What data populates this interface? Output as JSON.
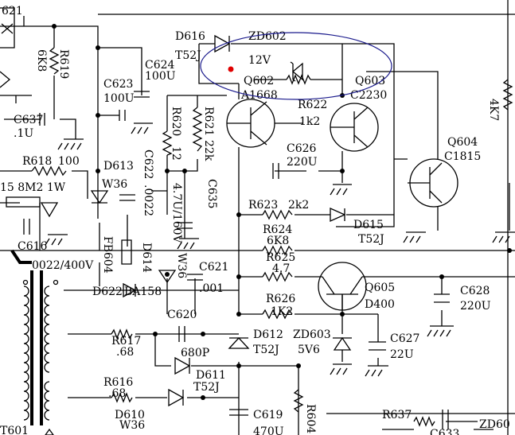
{
  "labels": {
    "l621": "621",
    "r6k8": "6K8",
    "r619": "R619",
    "c624": "C624",
    "c624v": "100U",
    "c623": "C623",
    "c623v": "100U",
    "c637": "C637",
    "c637v": ".1U",
    "r618": "R618",
    "r618v": "100",
    "d616": "D616",
    "d616v": "T52J",
    "zd602": "ZD602",
    "zd602v": "12V",
    "q602": "Q602",
    "q602v": "A1668",
    "q603": "Q603",
    "q603v": "C2230",
    "r622": "R622",
    "r622v": "1k2",
    "r620": "R620",
    "r620v": "12",
    "r621": "R621",
    "r621v": "22k",
    "c626": "C626",
    "c626v": "220U",
    "c622": "C622",
    "c622v": ".0022",
    "c635": "C635",
    "c635v": "4.7U/160V",
    "d613": "D613",
    "w36a": "W36",
    "r_8m2": "15 8M2 1W",
    "fb604": "FB604",
    "d614": "D614",
    "w36b": "W36",
    "c616": "C616",
    "c616v": "0022/400V",
    "r623": "R623",
    "r623v": "2k2",
    "d615": "D615",
    "d615v": "T52J",
    "r624": "R624",
    "r624v": "6K8",
    "r625": "R625",
    "r625v": "4.7",
    "c621": "C621",
    "c621v": ".001",
    "d622": "D622",
    "d622v": "BA158",
    "q604": "Q604",
    "q604v": "C1815",
    "r4k7": "4K7",
    "q605": "Q605",
    "q605v": "D400",
    "c628": "C628",
    "c628v": "220U",
    "r626": "R626",
    "r626v": "1K2",
    "c620": "C620",
    "c620v": "680P",
    "r617": "R617",
    "r617v": ".68",
    "d611": "D611",
    "d611v": "T52J",
    "d612": "D612",
    "d612v": "T52J",
    "zd603": "ZD603",
    "zd603v": "5V6",
    "c627": "C627",
    "c627v": "22U",
    "r616": "R616",
    "r616v": ".68",
    "d610": "D610",
    "d610v": "W36",
    "c619": "C619",
    "c619v": "470U",
    "r604": "R604",
    "r637": "R637",
    "zd60": "ZD60",
    "c633": "C633",
    "t601": "T601"
  },
  "annotation": {
    "ellipse_color": "#1a1a8c",
    "dot_color": "#e00000"
  }
}
